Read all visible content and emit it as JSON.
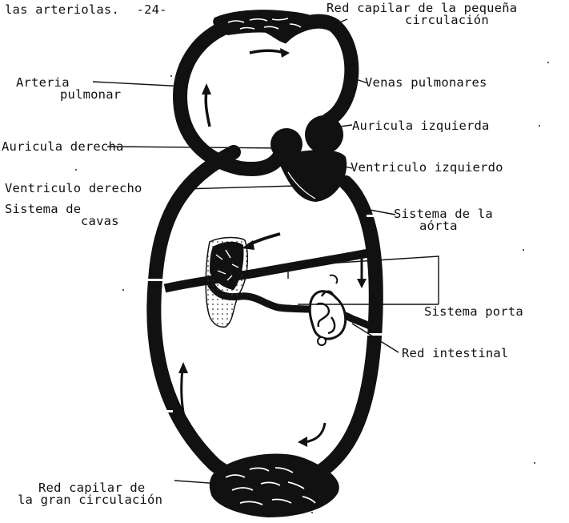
{
  "header": {
    "text": "las arteriolas.",
    "page_number": "-24-"
  },
  "labels": {
    "red_capilar_pequena": [
      "Red capilar de la pequeña",
      "circulación"
    ],
    "arteria_pulmonar": [
      "Arteria",
      "pulmonar"
    ],
    "venas_pulmonares": "Venas pulmonares",
    "auricula_izquierda": "Auricula izquierda",
    "auricula_derecha": "Auricula derecha",
    "ventriculo_izquierdo": "Ventriculo izquierdo",
    "ventriculo_derecho": "Ventriculo derecho",
    "sistema_cavas": [
      "Sistema de",
      "cavas"
    ],
    "sistema_aorta": [
      "Sistema de la",
      "aórta"
    ],
    "sistema_porta": "Sistema porta",
    "red_intestinal": "Red intestinal",
    "red_capilar_gran": [
      "Red capilar de",
      "la gran circulación"
    ]
  },
  "colors": {
    "ink": "#111111",
    "paper": "#ffffff",
    "liver_dots": "#d8d8d8"
  }
}
